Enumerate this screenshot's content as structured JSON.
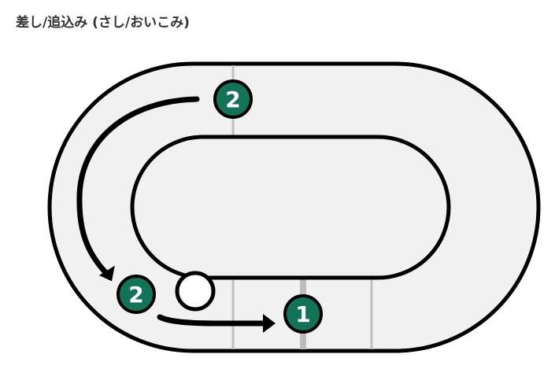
{
  "title": "差し/追込み (さし/おいこみ)",
  "colors": {
    "track_fill": "#f1f1f1",
    "track_outline": "#000000",
    "marker_fill": "#137359",
    "marker_text": "#ffffff",
    "lane_line": "#c0c0c0",
    "finish_line": "#bdbdbd",
    "leader_fill": "#ffffff"
  },
  "markers": [
    {
      "id": "position-top",
      "label": "2"
    },
    {
      "id": "position-bottom-left",
      "label": "2"
    },
    {
      "id": "position-finish",
      "label": "1"
    }
  ],
  "arrows": [
    {
      "id": "arrow-around-turn",
      "from": "position-top",
      "to": "position-bottom-left"
    },
    {
      "id": "arrow-final-straight",
      "from": "position-bottom-left",
      "to": "position-finish"
    }
  ],
  "leader": {
    "id": "leading-horse",
    "shape": "white-circle"
  }
}
